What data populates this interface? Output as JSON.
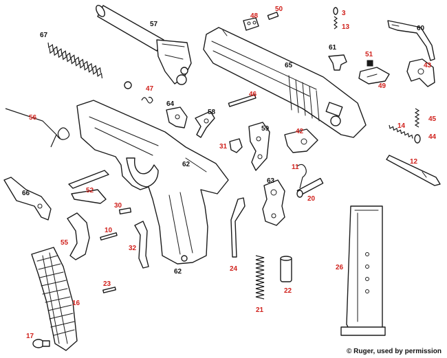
{
  "credit": "© Ruger, used by permission",
  "callout_colors": {
    "red": "#d0211c",
    "black": "#111111"
  },
  "parts": [
    {
      "id": "57",
      "label": "57",
      "color": "black",
      "depicts": "recoil-spring-guide-barrel"
    },
    {
      "id": "67",
      "label": "67",
      "color": "black",
      "depicts": "recoil-spring"
    },
    {
      "id": "48",
      "label": "48",
      "color": "red",
      "depicts": "sight-plate"
    },
    {
      "id": "50",
      "label": "50",
      "color": "red",
      "depicts": "pin"
    },
    {
      "id": "3",
      "label": "3",
      "color": "red",
      "depicts": "small-pin"
    },
    {
      "id": "13",
      "label": "13",
      "color": "red",
      "depicts": "spring"
    },
    {
      "id": "60",
      "label": "60",
      "color": "black",
      "depicts": "ejector-rod"
    },
    {
      "id": "61",
      "label": "61",
      "color": "black",
      "depicts": "firing-pin-block"
    },
    {
      "id": "65",
      "label": "65",
      "color": "black",
      "depicts": "slide"
    },
    {
      "id": "51",
      "label": "51",
      "color": "red",
      "depicts": "detent"
    },
    {
      "id": "43",
      "label": "43",
      "color": "red",
      "depicts": "extractor"
    },
    {
      "id": "49",
      "label": "49",
      "color": "red",
      "depicts": "rear-sight"
    },
    {
      "id": "47",
      "label": "47",
      "color": "red",
      "depicts": "spring-clip"
    },
    {
      "id": "46",
      "label": "46",
      "color": "red",
      "depicts": "pin"
    },
    {
      "id": "56",
      "label": "56",
      "color": "red",
      "depicts": "wire-spring"
    },
    {
      "id": "64",
      "label": "64",
      "color": "black",
      "depicts": "lever"
    },
    {
      "id": "58",
      "label": "58",
      "color": "black",
      "depicts": "latch"
    },
    {
      "id": "59",
      "label": "59",
      "color": "black",
      "depicts": "sear-bracket"
    },
    {
      "id": "42",
      "label": "42",
      "color": "red",
      "depicts": "safety-lever"
    },
    {
      "id": "45",
      "label": "45",
      "color": "red",
      "depicts": "spring"
    },
    {
      "id": "14",
      "label": "14",
      "color": "red",
      "depicts": "spring"
    },
    {
      "id": "44",
      "label": "44",
      "color": "red",
      "depicts": "plunger"
    },
    {
      "id": "31",
      "label": "31",
      "color": "red",
      "depicts": "hook"
    },
    {
      "id": "12",
      "label": "12",
      "color": "red",
      "depicts": "firing-pin"
    },
    {
      "id": "11",
      "label": "11",
      "color": "red",
      "depicts": "spring"
    },
    {
      "id": "62",
      "label": "62",
      "color": "black",
      "depicts": "frame"
    },
    {
      "id": "63",
      "label": "63",
      "color": "black",
      "depicts": "hammer"
    },
    {
      "id": "20",
      "label": "20",
      "color": "red",
      "depicts": "pin"
    },
    {
      "id": "66",
      "label": "66",
      "color": "black",
      "depicts": "slide-stop"
    },
    {
      "id": "52",
      "label": "52",
      "color": "red",
      "depicts": "magazine-latch"
    },
    {
      "id": "30",
      "label": "30",
      "color": "red",
      "depicts": "pin"
    },
    {
      "id": "10",
      "label": "10",
      "color": "red",
      "depicts": "pin"
    },
    {
      "id": "55",
      "label": "55",
      "color": "red",
      "depicts": "trigger"
    },
    {
      "id": "32",
      "label": "32",
      "color": "red",
      "depicts": "trigger-bar-spring"
    },
    {
      "id": "24",
      "label": "24",
      "color": "red",
      "depicts": "hammer-strut"
    },
    {
      "id": "26",
      "label": "26",
      "color": "red",
      "depicts": "magazine"
    },
    {
      "id": "23",
      "label": "23",
      "color": "red",
      "depicts": "pin"
    },
    {
      "id": "16",
      "label": "16",
      "color": "red",
      "depicts": "grip-panel"
    },
    {
      "id": "21",
      "label": "21",
      "color": "red",
      "depicts": "mainspring"
    },
    {
      "id": "22",
      "label": "22",
      "color": "red",
      "depicts": "mainspring-seat"
    },
    {
      "id": "17",
      "label": "17",
      "color": "red",
      "depicts": "grip-screw"
    }
  ]
}
